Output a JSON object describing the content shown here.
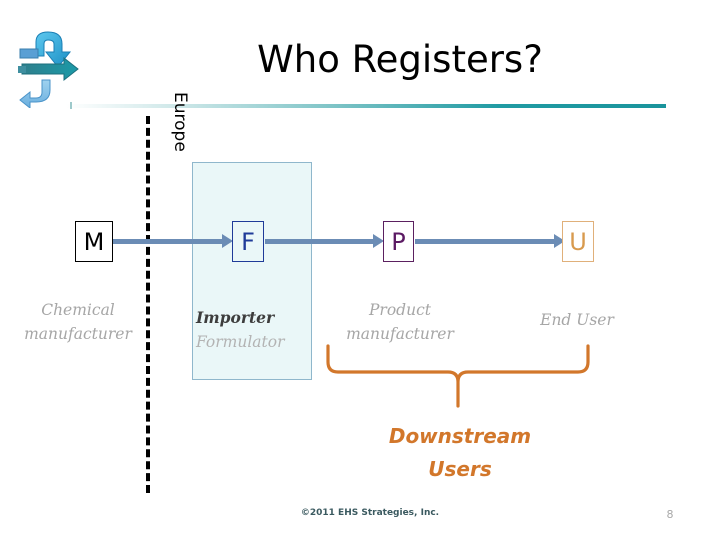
{
  "slide": {
    "title": "Who Registers?",
    "page_number": "8",
    "copyright": "©2011 EHS Strategies, Inc.",
    "logo_icon": "circular-arrows-logo"
  },
  "region": {
    "label": "Europe",
    "box_fill": "#eaf7f8",
    "box_border": "#8fb7cc",
    "divider_style": "dashed"
  },
  "entities": [
    {
      "key": "manufacturer",
      "code": "M",
      "caption_line1": "Chemical",
      "caption_line2": "manufacturer",
      "border_color": "#000000",
      "text_color": "#000000"
    },
    {
      "key": "formulator",
      "code": "F",
      "caption_line1": "Importer",
      "caption_line2": "Formulator",
      "border_color": "#1f3b99",
      "text_color": "#1f3b99"
    },
    {
      "key": "product-manufacturer",
      "code": "P",
      "caption_line1": "Product",
      "caption_line2": "manufacturer",
      "border_color": "#5b2060",
      "text_color": "#5b1a63"
    },
    {
      "key": "end-user",
      "code": "U",
      "caption_line1": "End User",
      "caption_line2": "",
      "border_color": "#e0b07a",
      "text_color": "#d89a4e"
    }
  ],
  "grouping": {
    "label_line1": "Downstream",
    "label_line2": "Users",
    "brace_color": "#d2772b",
    "accent_color": "#d2772b"
  },
  "arrows": {
    "color": "#6b8cb5",
    "count": 3
  }
}
